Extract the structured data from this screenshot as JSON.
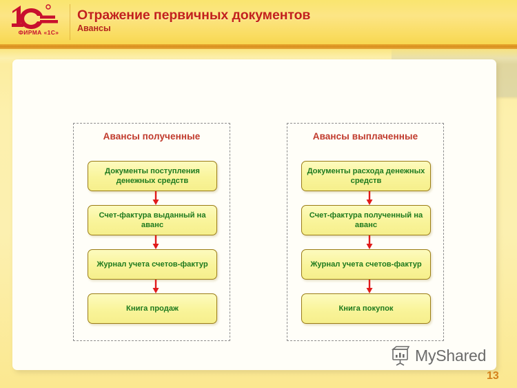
{
  "header": {
    "title": "Отражение первичных документов",
    "subtitle": "Авансы",
    "logo_caption": "ФИРМА «1С»",
    "logo_icon": "1c-logo-icon",
    "title_color": "#c2211c",
    "band_color": "#fae56f",
    "rule_color": "#d98f1e"
  },
  "diagram": {
    "type": "flowchart",
    "groups": [
      {
        "title": "Авансы полученные",
        "steps": [
          "Документы поступления денежных средств",
          "Счет-фактура выданный на аванс",
          "Журнал учета счетов-фактур",
          "Книга продаж"
        ],
        "arrows": [
          "down-arrow-icon",
          "down-arrow-icon",
          "down-arrow-icon"
        ]
      },
      {
        "title": "Авансы выплаченные",
        "steps": [
          "Документы расхода денежных средств",
          "Счет-фактура полученный на аванс",
          "Журнал учета счетов-фактур",
          "Книга покупок"
        ],
        "arrows": [
          "down-arrow-icon",
          "down-arrow-icon",
          "down-arrow-icon"
        ]
      }
    ],
    "box_fill": "#f9f49a",
    "box_border": "#9a7c16",
    "box_text_color": "#1e7a1e",
    "group_title_color": "#c0392b",
    "arrow_color": "#e01b1b",
    "group_border_style": "dashed",
    "group_border_color": "#8d8d8d"
  },
  "watermark": {
    "text": "MyShared",
    "icon": "presentation-chart-icon",
    "color": "#6b6b6b"
  },
  "footer": {
    "page_number": "13",
    "page_number_color": "#d4821c"
  }
}
